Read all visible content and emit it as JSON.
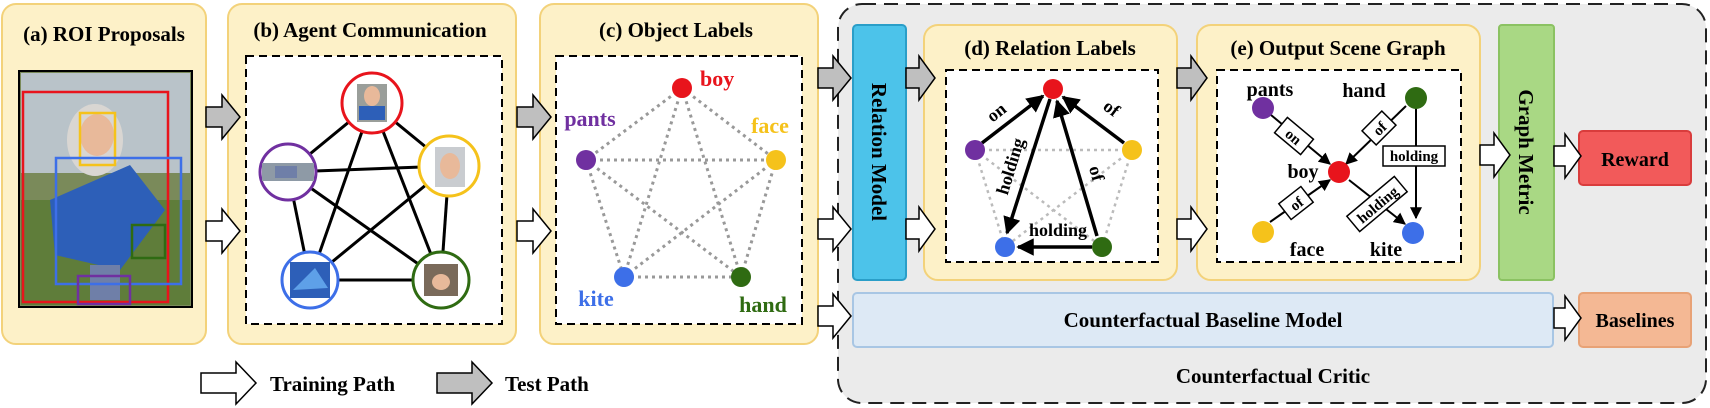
{
  "panels": {
    "roi": {
      "title": "(a) ROI  Proposals"
    },
    "agent": {
      "title": "(b) Agent Communication"
    },
    "objects": {
      "title": "(c) Object Labels",
      "labels": {
        "boy": "boy",
        "pants": "pants",
        "face": "face",
        "kite": "kite",
        "hand": "hand"
      }
    },
    "relation_model": {
      "label": "Relation Model"
    },
    "relations": {
      "title": "(d) Relation Labels",
      "edges": {
        "on": "on",
        "of_top": "of",
        "holding_left": "holding",
        "of_right": "of",
        "holding_bottom": "holding"
      }
    },
    "scene_graph": {
      "title": "(e) Output Scene Graph",
      "labels": {
        "pants": "pants",
        "hand": "hand",
        "boy": "boy",
        "face": "face",
        "kite": "kite"
      },
      "edges": {
        "on": "on",
        "of_hand": "of",
        "holding_top": "holding",
        "of_face": "of",
        "holding_kite": "holding"
      }
    },
    "graph_metric": {
      "label": "Graph Metric"
    },
    "reward": {
      "label": "Reward"
    },
    "baselines": {
      "label": "Baselines"
    },
    "baseline_model": {
      "label": "Counterfactual Baseline Model"
    },
    "critic": {
      "label": "Counterfactual Critic"
    }
  },
  "legend": {
    "training": "Training Path",
    "test": "Test Path"
  },
  "colors": {
    "panel_fill": "#fdf1c8",
    "panel_stroke": "#f3d27a",
    "critic_fill": "#ebebeb",
    "relation_model": "#4cc3ea",
    "graph_metric": "#a9d884",
    "reward": "#f25a5a",
    "baselines": "#f4b894",
    "baseline_model": "#dde9f5",
    "boy": "#e8141c",
    "pants": "#7030a0",
    "face": "#f5c21b",
    "kite": "#3d6fe8",
    "hand": "#2f6b12"
  }
}
